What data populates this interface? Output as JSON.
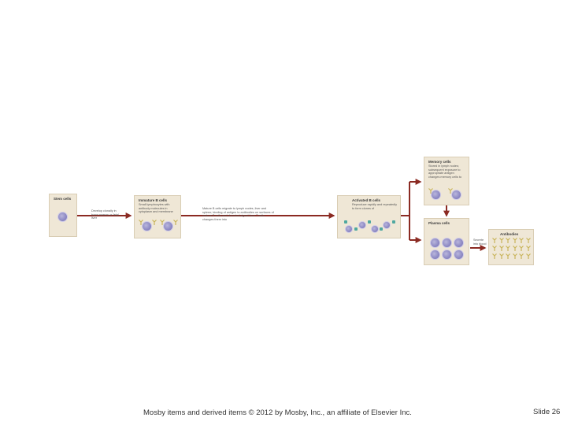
{
  "stem_cells": {
    "title": "Stem cells"
  },
  "stem_note": "Develop clonally in bone marrow or fetal liver",
  "immature": {
    "title": "Immature B cells",
    "desc": "Small lymphocytes with antibody molecules in cytoplasm and membrane"
  },
  "mature_note": "Mature B cells migrate to lymph nodes, liver and spleen; binding of antigen to antibodies on surfaces of mature B cells and chemical signal from T cells changes them into",
  "activated": {
    "title": "Activated B cells",
    "desc": "Reproduce rapidly and repeatedly to form clones of"
  },
  "memory": {
    "title": "Memory cells",
    "desc": "Stored in lymph nodes; subsequent exposure to appropriate antigen changes memory cells to"
  },
  "plasma": {
    "title": "Plasma cells"
  },
  "secrete_note": "Secrete into blood",
  "antibodies": {
    "title": "Antibodies"
  },
  "footer": "Mosby items and derived items © 2012 by Mosby, Inc., an affiliate of Elsevier Inc.",
  "slide_number": "Slide 26",
  "colors": {
    "box_fill": "#efe7d6",
    "arrow": "#8b2a22",
    "cell": "#8d89c4",
    "antibody": "#c9b45a",
    "antigen": "#4fa8a0"
  }
}
